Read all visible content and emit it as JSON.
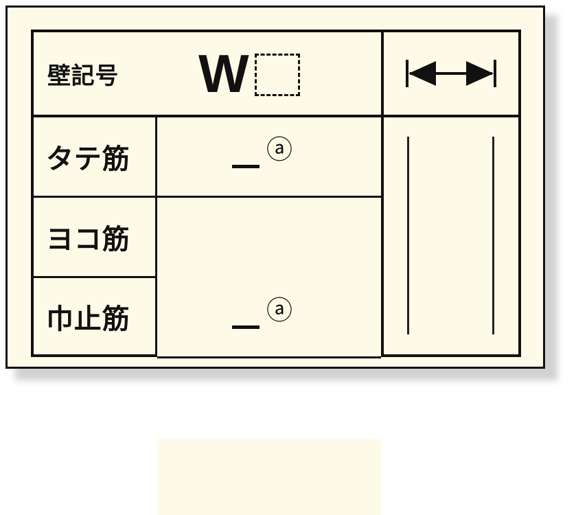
{
  "form": {
    "background_color": "#fdfbe7",
    "line_color": "#111111",
    "header": {
      "label": "壁記号",
      "mark_prefix": "W",
      "mark_value": "",
      "mark_placeholder": "",
      "diagram_icon": "dimension-double-arrow-icon"
    },
    "rows": [
      {
        "label": "タテ筋",
        "bar_size": "",
        "spacing_symbol": "ⓐ",
        "spacing_value": ""
      },
      {
        "label": "ヨコ筋",
        "bar_size": "",
        "spacing_symbol": "ⓐ",
        "spacing_value": ""
      },
      {
        "label": "巾止筋",
        "bar_size": "",
        "spacing_symbol": "",
        "spacing_value": ""
      }
    ],
    "diagram": {
      "wall_face_left": "wall-face-line-left",
      "wall_face_right": "wall-face-line-right"
    }
  }
}
